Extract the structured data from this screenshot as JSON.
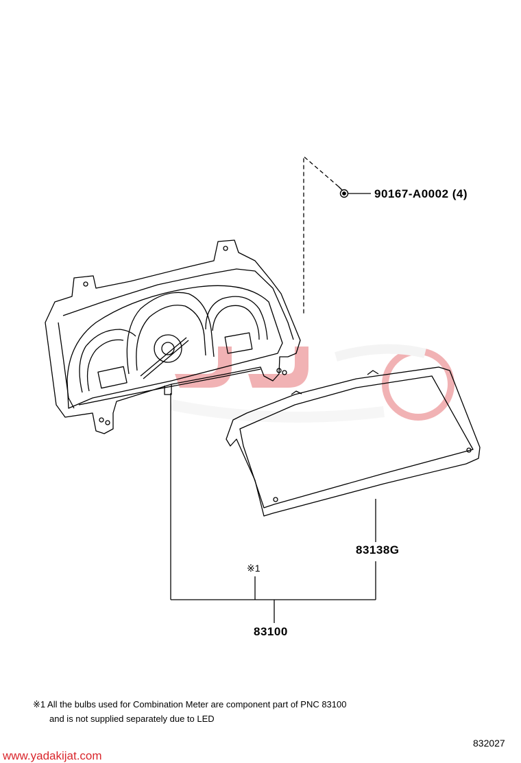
{
  "parts": {
    "screw": "90167-A0002",
    "screw_qty": "(4)",
    "lens": "83138G",
    "meter": "83100",
    "ref_mark": "※1"
  },
  "note": {
    "line1": "※1 All the bulbs used for Combination Meter are component part of PNC 83100",
    "line2": "and is not supplied separately due to LED"
  },
  "footer": {
    "website": "www.yadakijat.com",
    "illustration_code": "832027"
  },
  "colors": {
    "ink": "#000000",
    "watermark_red": "#d9262c",
    "watermark_gray": "#e6e6e6"
  },
  "icons": {
    "screw": "screw-icon",
    "logo": "watermark-logo"
  }
}
